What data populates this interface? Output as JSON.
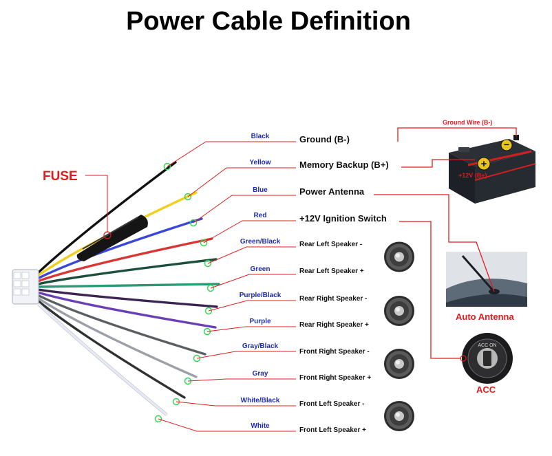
{
  "title": "Power Cable Definition",
  "fuse_label": "FUSE",
  "wires": [
    {
      "color_name": "Black",
      "function": "Ground (B-)",
      "wire_color": "#111111",
      "icon": "none"
    },
    {
      "color_name": "Yellow",
      "function": "Memory Backup (B+)",
      "wire_color": "#f2cf1c",
      "icon": "none"
    },
    {
      "color_name": "Blue",
      "function": "Power Antenna",
      "wire_color": "#3b47d6",
      "icon": "none"
    },
    {
      "color_name": "Red",
      "function": "+12V Ignition Switch",
      "wire_color": "#d93636",
      "icon": "none"
    },
    {
      "color_name": "Green/Black",
      "function": "Rear Left Speaker -",
      "wire_color": "#1d4d3d",
      "icon": "speaker-icon"
    },
    {
      "color_name": "Green",
      "function": "Rear Left Speaker +",
      "wire_color": "#2a9a74",
      "icon": "none"
    },
    {
      "color_name": "Purple/Black",
      "function": "Rear Right Speaker -",
      "wire_color": "#3b2550",
      "icon": "speaker-icon"
    },
    {
      "color_name": "Purple",
      "function": "Rear Right Speaker +",
      "wire_color": "#6a3fb5",
      "icon": "none"
    },
    {
      "color_name": "Gray/Black",
      "function": "Front Right Speaker -",
      "wire_color": "#5a5f63",
      "icon": "speaker-icon"
    },
    {
      "color_name": "Gray",
      "function": "Front Right Speaker +",
      "wire_color": "#9aa0a6",
      "icon": "none"
    },
    {
      "color_name": "White/Black",
      "function": "Front Left Speaker -",
      "wire_color": "#2f3132",
      "icon": "speaker-icon"
    },
    {
      "color_name": "White",
      "function": "Front Left Speaker +",
      "wire_color": "#e8eaf2",
      "icon": "none"
    }
  ],
  "battery": {
    "ground_label": "Ground Wire (B-)",
    "plus_label": "+12V  (B+)"
  },
  "antenna_label": "Auto Antenna",
  "acc_label": "ACC",
  "colors": {
    "callout_red": "#e11b1b",
    "wire_label_blue": "#1c2bb5",
    "marker_green": "#2bd64a"
  }
}
